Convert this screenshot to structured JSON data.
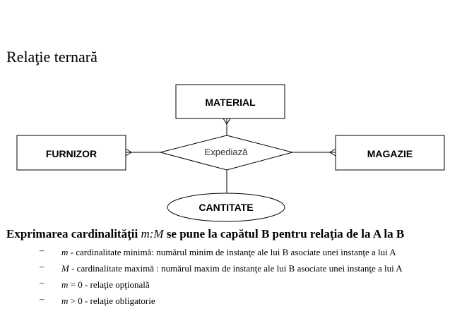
{
  "heading": "Relaţie ternară",
  "diagram": {
    "entities": [
      "MATERIAL",
      "FURNIZOR",
      "MAGAZIE"
    ],
    "relationship": "Expediază",
    "attribute": "CANTITATE"
  },
  "cardinality": {
    "prefix": "Exprimarea cardinalităţii ",
    "notation": "m:M",
    "suffix": " se pune la capătul B pentru relaţia de la A la B"
  },
  "bullets": [
    {
      "dash": "–",
      "var": "m",
      "text": " - cardinalitate minimă: numărul minim de instanţe ale lui B asociate unei instanţe a lui A"
    },
    {
      "dash": "–",
      "var": "M",
      "text": " - cardinalitate maximă : numărul maxim de instanţe ale lui B asociate unei instanţe a lui A"
    },
    {
      "dash": "–",
      "var": "m",
      "text": " = 0 - relaţie opţională"
    },
    {
      "dash": "–",
      "var": "m",
      "text": " > 0 - relaţie obligatorie"
    }
  ]
}
